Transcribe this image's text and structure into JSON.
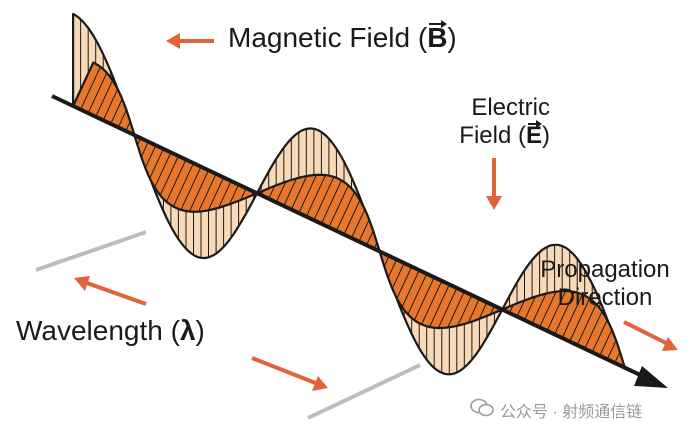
{
  "labels": {
    "magnetic": {
      "text": "Magnetic Field (",
      "symbol": "B",
      "close": ")"
    },
    "electric": {
      "line1": "Electric",
      "line2": "Field (",
      "symbol": "E",
      "close": ")"
    },
    "propagation": {
      "line1": "Propagation",
      "line2": "Direction"
    },
    "wavelength": {
      "text": "Wavelength (",
      "symbol": "λ",
      "close": ")"
    }
  },
  "watermark": {
    "text": "公众号 · 射频通信链"
  },
  "colors": {
    "electric_fill": "#e8772e",
    "magnetic_fill": "#f8d9b8",
    "outline": "#1a1a1a",
    "arrow": "#e2623a",
    "guide": "#bdbdbd"
  },
  "icons": [
    "wechat-icon"
  ]
}
